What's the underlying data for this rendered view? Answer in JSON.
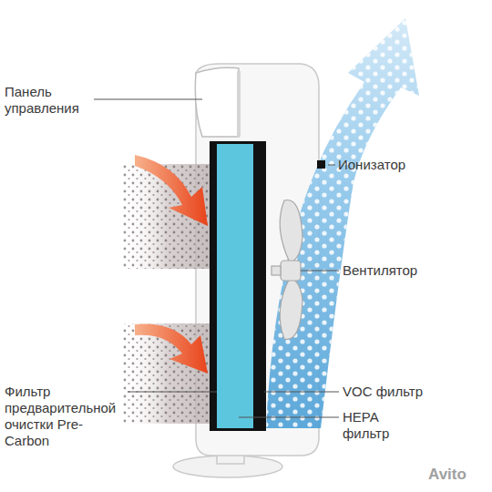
{
  "diagram": {
    "labels": [
      "Панель управления",
      "Ионизатор",
      "Вентилятор",
      "Фильтр предварительной очистки Pre-Carbon",
      "VOC фильтр",
      "HEPA фильтр",
      "Avito"
    ]
  }
}
